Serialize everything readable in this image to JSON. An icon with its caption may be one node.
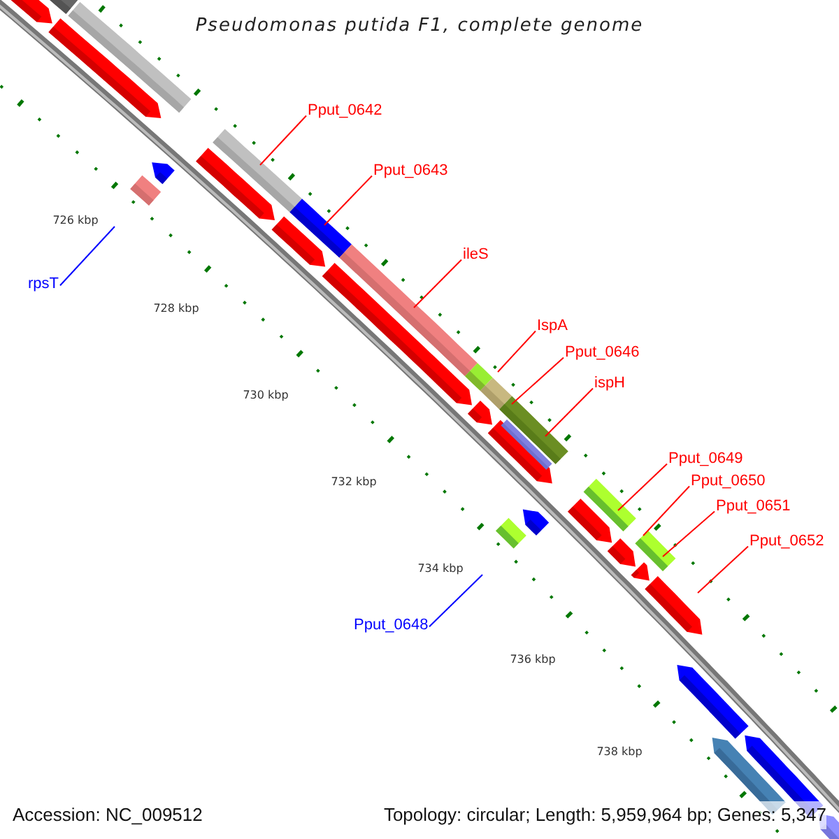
{
  "diagram": {
    "title": "Pseudomonas putida F1, complete genome",
    "nodes": [
      {
        "text": [
          "Pput_0642"
        ]
      },
      {
        "text": [
          "Pput_0643"
        ]
      },
      {
        "text": [
          "rpsT"
        ]
      },
      {
        "text": [
          "ileS"
        ]
      },
      {
        "text": [
          "IspA"
        ]
      },
      {
        "text": [
          "Pput_0646"
        ]
      },
      {
        "text": [
          "ispH"
        ]
      },
      {
        "text": [
          "Pput_0649"
        ]
      },
      {
        "text": [
          "Pput_0650"
        ]
      },
      {
        "text": [
          "Pput_0651"
        ]
      },
      {
        "text": [
          "Pput_0652"
        ]
      },
      {
        "text": [
          "Pput_0648"
        ]
      }
    ],
    "edges": [
      {
        "from": 0,
        "to": null,
        "arrow": "none"
      },
      {
        "from": 1,
        "to": null,
        "arrow": "none"
      },
      {
        "from": 2,
        "to": null,
        "arrow": "none",
        "color": "#0000ff"
      },
      {
        "from": 3,
        "to": null,
        "arrow": "none"
      },
      {
        "from": 4,
        "to": null,
        "arrow": "none"
      },
      {
        "from": 5,
        "to": null,
        "arrow": "none"
      },
      {
        "from": 6,
        "to": null,
        "arrow": "none"
      },
      {
        "from": 7,
        "to": null,
        "arrow": "none"
      },
      {
        "from": 8,
        "to": null,
        "arrow": "none"
      },
      {
        "from": 9,
        "to": null,
        "arrow": "none"
      },
      {
        "from": 10,
        "to": null,
        "arrow": "none"
      },
      {
        "from": 11,
        "to": null,
        "arrow": "none",
        "color": "#0000ff"
      }
    ],
    "labels": [
      "726 kbp",
      "728 kbp",
      "730 kbp",
      "732 kbp",
      "734 kbp",
      "736 kbp",
      "738 kbp",
      "Accession: NC_009512",
      "Topology: circular; Length: 5,959,964 bp; Genes: 5,347"
    ]
  }
}
